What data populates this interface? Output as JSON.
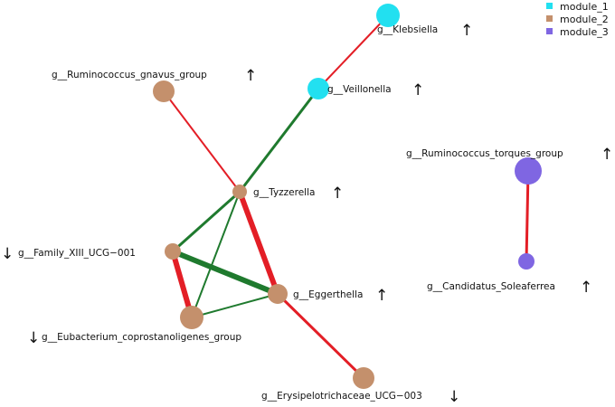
{
  "colors": {
    "module_1": "#22e0f0",
    "module_2": "#c4906c",
    "module_3": "#7f66e2",
    "edge_positive": "#e31e26",
    "edge_negative": "#1f7a2e"
  },
  "legend": [
    {
      "label": "module_1",
      "color": "#22e0f0"
    },
    {
      "label": "module_2",
      "color": "#c4906c"
    },
    {
      "label": "module_3",
      "color": "#7f66e2"
    }
  ],
  "nodes": [
    {
      "id": "klebsiella",
      "label": "g__Klebsiella",
      "trend": "↑",
      "module": "module_1"
    },
    {
      "id": "veillonella",
      "label": "g__Veillonella",
      "trend": "↑",
      "module": "module_1"
    },
    {
      "id": "gnavus",
      "label": "g__Ruminococcus_gnavus_group",
      "trend": "↑",
      "module": "module_2"
    },
    {
      "id": "tyzzerella",
      "label": "g__Tyzzerella",
      "trend": "↑",
      "module": "module_2"
    },
    {
      "id": "familyxiii",
      "label": "g__Family_XIII_UCG−001",
      "trend": "↓",
      "module": "module_2"
    },
    {
      "id": "eggerthella",
      "label": "g__Eggerthella",
      "trend": "↑",
      "module": "module_2"
    },
    {
      "id": "eubacterium",
      "label": "g__Eubacterium_coprostanoligenes_group",
      "trend": "↓",
      "module": "module_2"
    },
    {
      "id": "erysipelo",
      "label": "g__Erysipelotrichaceae_UCG−003",
      "trend": "↓",
      "module": "module_2"
    },
    {
      "id": "torques",
      "label": "g__Ruminococcus_torques_group",
      "trend": "↑",
      "module": "module_3"
    },
    {
      "id": "soleaferrea",
      "label": "g__Candidatus_Soleaferrea",
      "trend": "↑",
      "module": "module_3"
    }
  ],
  "edges": [
    {
      "source": "klebsiella",
      "target": "veillonella",
      "sign": "positive",
      "weight": "thin"
    },
    {
      "source": "veillonella",
      "target": "tyzzerella",
      "sign": "negative",
      "weight": "medium"
    },
    {
      "source": "gnavus",
      "target": "tyzzerella",
      "sign": "positive",
      "weight": "thin"
    },
    {
      "source": "tyzzerella",
      "target": "eggerthella",
      "sign": "positive",
      "weight": "thick"
    },
    {
      "source": "tyzzerella",
      "target": "familyxiii",
      "sign": "negative",
      "weight": "medium"
    },
    {
      "source": "tyzzerella",
      "target": "eubacterium",
      "sign": "negative",
      "weight": "thin"
    },
    {
      "source": "familyxiii",
      "target": "eggerthella",
      "sign": "negative",
      "weight": "thick"
    },
    {
      "source": "familyxiii",
      "target": "eubacterium",
      "sign": "positive",
      "weight": "thick"
    },
    {
      "source": "eubacterium",
      "target": "eggerthella",
      "sign": "negative",
      "weight": "thin"
    },
    {
      "source": "eggerthella",
      "target": "erysipelo",
      "sign": "positive",
      "weight": "medium"
    },
    {
      "source": "torques",
      "target": "soleaferrea",
      "sign": "positive",
      "weight": "medium"
    }
  ]
}
